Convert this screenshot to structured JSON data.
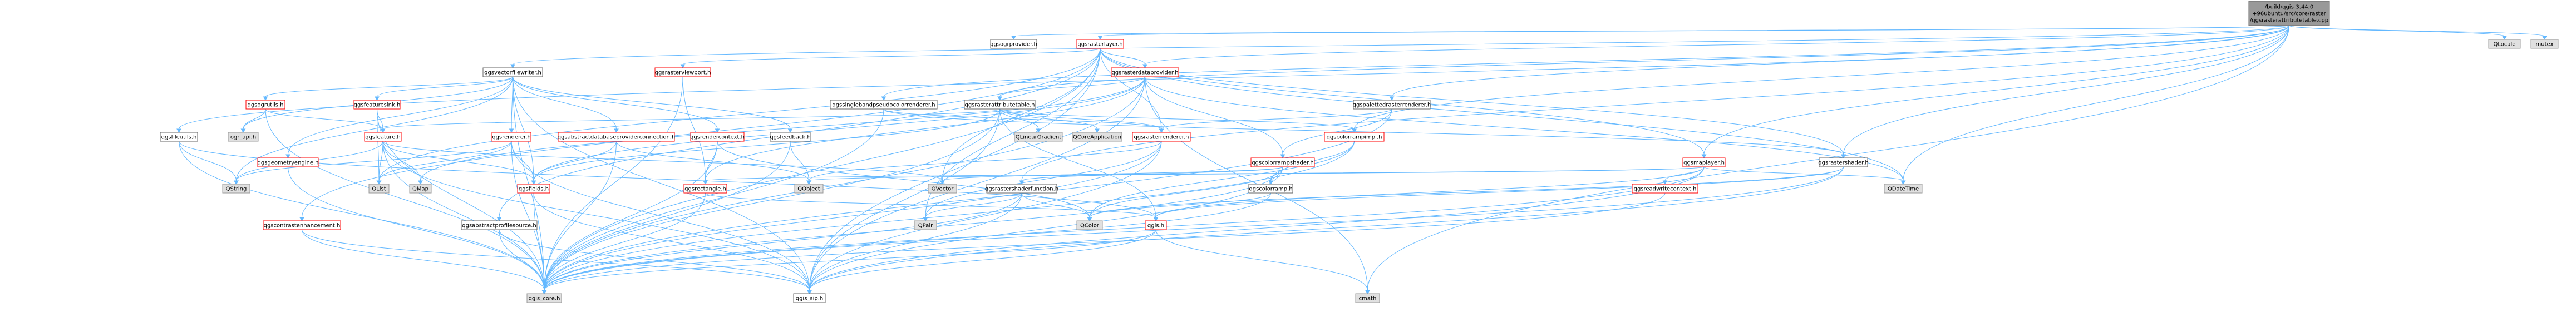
{
  "graph": {
    "root": "qgsrasterattributetable.cpp",
    "nodes": [
      {
        "id": "root",
        "label": [
          "/build/qgis-3.44.0",
          "+96ubuntu/src/core/raster",
          "/qgsrasterattributetable.cpp"
        ],
        "kind": "root"
      },
      {
        "id": "qgsrasterlayer",
        "label": [
          "qgsrasterlayer.h"
        ],
        "kind": "red"
      },
      {
        "id": "qgsogrprovider",
        "label": [
          "qgsogrprovider.h"
        ],
        "kind": "plain"
      },
      {
        "id": "QLocale",
        "label": [
          "QLocale"
        ],
        "kind": "sys"
      },
      {
        "id": "mutex",
        "label": [
          "mutex"
        ],
        "kind": "sys"
      },
      {
        "id": "qgsrasterviewport",
        "label": [
          "qgsrasterviewport.h"
        ],
        "kind": "red"
      },
      {
        "id": "qgsvectorfilewriter",
        "label": [
          "qgsvectorfilewriter.h"
        ],
        "kind": "plain"
      },
      {
        "id": "qgsrasterdataprovider",
        "label": [
          "qgsrasterdataprovider.h"
        ],
        "kind": "red"
      },
      {
        "id": "qgsogrutils",
        "label": [
          "qgsogrutils.h"
        ],
        "kind": "red"
      },
      {
        "id": "qgsfeaturesink",
        "label": [
          "qgsfeaturesink.h"
        ],
        "kind": "red"
      },
      {
        "id": "qgssinglebandpseudocolorrenderer",
        "label": [
          "qgssinglebandpseudocolorrenderer.h"
        ],
        "kind": "plain"
      },
      {
        "id": "qgsrasterattributetable",
        "label": [
          "qgsrasterattributetable.h"
        ],
        "kind": "plain"
      },
      {
        "id": "qgspalettedrasterrenderer",
        "label": [
          "qgspalettedrasterrenderer.h"
        ],
        "kind": "plain"
      },
      {
        "id": "ogr_api",
        "label": [
          "ogr_api.h"
        ],
        "kind": "sys"
      },
      {
        "id": "qgsfeature",
        "label": [
          "qgsfeature.h"
        ],
        "kind": "red"
      },
      {
        "id": "qgsfileutils",
        "label": [
          "qgsfileutils.h"
        ],
        "kind": "plain"
      },
      {
        "id": "qgsgeometryengine",
        "label": [
          "qgsgeometryengine.h"
        ],
        "kind": "red"
      },
      {
        "id": "qgsrenderer",
        "label": [
          "qgsrenderer.h"
        ],
        "kind": "red"
      },
      {
        "id": "qgsabstractdatabaseproviderconnection",
        "label": [
          "qgsabstractdatabaseproviderconnection.h"
        ],
        "kind": "red"
      },
      {
        "id": "qgsrendercontext",
        "label": [
          "qgsrendercontext.h"
        ],
        "kind": "red"
      },
      {
        "id": "qgsfeedback",
        "label": [
          "qgsfeedback.h"
        ],
        "kind": "plain"
      },
      {
        "id": "QLinearGradient",
        "label": [
          "QLinearGradient"
        ],
        "kind": "sys"
      },
      {
        "id": "QCoreApplication",
        "label": [
          "QCoreApplication"
        ],
        "kind": "sys"
      },
      {
        "id": "qgsrasterrenderer",
        "label": [
          "qgsrasterrenderer.h"
        ],
        "kind": "red"
      },
      {
        "id": "qgscolorrampimpl",
        "label": [
          "qgscolorrampimpl.h"
        ],
        "kind": "red"
      },
      {
        "id": "qgscolorrampshader",
        "label": [
          "qgscolorrampshader.h"
        ],
        "kind": "red"
      },
      {
        "id": "qgsmaplayer",
        "label": [
          "qgsmaplayer.h"
        ],
        "kind": "red"
      },
      {
        "id": "qgsrastershader",
        "label": [
          "qgsrastershader.h"
        ],
        "kind": "plain"
      },
      {
        "id": "QDateTime",
        "label": [
          "QDateTime"
        ],
        "kind": "sys"
      },
      {
        "id": "QString",
        "label": [
          "QString"
        ],
        "kind": "sys"
      },
      {
        "id": "QList",
        "label": [
          "QList"
        ],
        "kind": "sys"
      },
      {
        "id": "QMap",
        "label": [
          "QMap"
        ],
        "kind": "sys"
      },
      {
        "id": "qgsfields",
        "label": [
          "qgsfields.h"
        ],
        "kind": "red"
      },
      {
        "id": "qgsrectangle",
        "label": [
          "qgsrectangle.h"
        ],
        "kind": "red"
      },
      {
        "id": "QObject",
        "label": [
          "QObject"
        ],
        "kind": "sys"
      },
      {
        "id": "QVector",
        "label": [
          "QVector"
        ],
        "kind": "sys"
      },
      {
        "id": "qgsrastershaderfunction",
        "label": [
          "qgsrastershaderfunction.h"
        ],
        "kind": "plain"
      },
      {
        "id": "qgscolorramp",
        "label": [
          "qgscolorramp.h"
        ],
        "kind": "plain"
      },
      {
        "id": "qgsreadwritecontext",
        "label": [
          "qgsreadwritecontext.h"
        ],
        "kind": "red"
      },
      {
        "id": "qgscontrastenhancement",
        "label": [
          "qgscontrastenhancement.h"
        ],
        "kind": "red"
      },
      {
        "id": "qgsabstractprofilesource",
        "label": [
          "qgsabstractprofilesource.h"
        ],
        "kind": "plain"
      },
      {
        "id": "QPair",
        "label": [
          "QPair"
        ],
        "kind": "sys"
      },
      {
        "id": "QColor",
        "label": [
          "QColor"
        ],
        "kind": "sys"
      },
      {
        "id": "qgis",
        "label": [
          "qgis.h"
        ],
        "kind": "red"
      },
      {
        "id": "qgis_core",
        "label": [
          "qgis_core.h"
        ],
        "kind": "sys"
      },
      {
        "id": "qgis_sip",
        "label": [
          "qgis_sip.h"
        ],
        "kind": "plain"
      },
      {
        "id": "cmath",
        "label": [
          "cmath"
        ],
        "kind": "sys"
      }
    ],
    "edges": [
      [
        "root",
        "qgsrasterlayer"
      ],
      [
        "root",
        "qgsogrprovider"
      ],
      [
        "root",
        "QLocale"
      ],
      [
        "root",
        "mutex"
      ],
      [
        "root",
        "qgsvectorfilewriter"
      ],
      [
        "root",
        "qgsrasterattributetable"
      ],
      [
        "root",
        "qgssinglebandpseudocolorrenderer"
      ],
      [
        "root",
        "qgspalettedrasterrenderer"
      ],
      [
        "root",
        "qgsfileutils"
      ],
      [
        "root",
        "qgsrastershader"
      ],
      [
        "root",
        "qgsrasterdataprovider"
      ],
      [
        "root",
        "qgsmaplayer"
      ],
      [
        "root",
        "qgsrastershaderfunction"
      ],
      [
        "root",
        "qgscolorrampimpl"
      ],
      [
        "root",
        "QDateTime"
      ],
      [
        "root",
        "cmath"
      ],
      [
        "qgsrasterlayer",
        "qgsrasterviewport"
      ],
      [
        "qgsrasterlayer",
        "qgsrasterdataprovider"
      ],
      [
        "qgsrasterlayer",
        "qgsmaplayer"
      ],
      [
        "qgsrasterlayer",
        "qgsrastershader"
      ],
      [
        "qgsrasterlayer",
        "qgscontrastenhancement"
      ],
      [
        "qgsrasterlayer",
        "qgsabstractprofilesource"
      ],
      [
        "qgsrasterlayer",
        "qgis_core"
      ],
      [
        "qgsrasterlayer",
        "qgis_sip"
      ],
      [
        "qgsrasterlayer",
        "QDateTime"
      ],
      [
        "qgsrasterlayer",
        "qgsrasterrenderer"
      ],
      [
        "qgsrasterlayer",
        "QList"
      ],
      [
        "qgsrasterlayer",
        "QVector"
      ],
      [
        "qgsrasterlayer",
        "QPair"
      ],
      [
        "qgsrasterviewport",
        "qgis_core"
      ],
      [
        "qgsrasterviewport",
        "qgsrectangle"
      ],
      [
        "qgsvectorfilewriter",
        "qgsogrutils"
      ],
      [
        "qgsvectorfilewriter",
        "qgsfeaturesink"
      ],
      [
        "qgsvectorfilewriter",
        "qgsrenderer"
      ],
      [
        "qgsvectorfilewriter",
        "qgsrendercontext"
      ],
      [
        "qgsvectorfilewriter",
        "qgsfeedback"
      ],
      [
        "qgsvectorfilewriter",
        "qgsfields"
      ],
      [
        "qgsvectorfilewriter",
        "qgsabstractdatabaseproviderconnection"
      ],
      [
        "qgsvectorfilewriter",
        "qgsgeometryengine"
      ],
      [
        "qgsvectorfilewriter",
        "qgis_core"
      ],
      [
        "qgsvectorfilewriter",
        "qgis_sip"
      ],
      [
        "qgsvectorfilewriter",
        "QString"
      ],
      [
        "qgsvectorfilewriter",
        "ogr_api"
      ],
      [
        "qgsrasterdataprovider",
        "qgis_core"
      ],
      [
        "qgsrasterdataprovider",
        "qgis_sip"
      ],
      [
        "qgsrasterdataprovider",
        "qgsrasterattributetable"
      ],
      [
        "qgsrasterdataprovider",
        "qgscolorrampshader"
      ],
      [
        "qgsrasterdataprovider",
        "qgsrectangle"
      ],
      [
        "qgsrasterdataprovider",
        "qgsfields"
      ],
      [
        "qgsrasterdataprovider",
        "QDateTime"
      ],
      [
        "qgsrasterdataprovider",
        "cmath"
      ],
      [
        "qgsrasterdataprovider",
        "QMap"
      ],
      [
        "qgsogrutils",
        "qgis_core"
      ],
      [
        "qgsogrutils",
        "ogr_api"
      ],
      [
        "qgsogrutils",
        "qgsfeature"
      ],
      [
        "qgsfeaturesink",
        "qgis_core"
      ],
      [
        "qgsfeaturesink",
        "qgsfeature"
      ],
      [
        "qgsfeaturesink",
        "QList"
      ],
      [
        "qgssinglebandpseudocolorrenderer",
        "qgsrasterrenderer"
      ],
      [
        "qgssinglebandpseudocolorrenderer",
        "qgsrastershader"
      ],
      [
        "qgssinglebandpseudocolorrenderer",
        "qgis_core"
      ],
      [
        "qgsrasterattributetable",
        "qgis_core"
      ],
      [
        "qgsrasterattributetable",
        "qgis_sip"
      ],
      [
        "qgsrasterattributetable",
        "qgis"
      ],
      [
        "qgsrasterattributetable",
        "qgsfields"
      ],
      [
        "qgsrasterattributetable",
        "qgscolorrampimpl"
      ],
      [
        "qgsrasterattributetable",
        "QLinearGradient"
      ],
      [
        "qgsrasterattributetable",
        "QCoreApplication"
      ],
      [
        "qgsrasterattributetable",
        "qgsfeature"
      ],
      [
        "qgsrasterattributetable",
        "qgsrasterrenderer"
      ],
      [
        "qgspalettedrasterrenderer",
        "qgsrasterrenderer"
      ],
      [
        "qgspalettedrasterrenderer",
        "qgscolorrampshader"
      ],
      [
        "qgspalettedrasterrenderer",
        "qgis_core"
      ],
      [
        "qgsfeature",
        "qgis_core"
      ],
      [
        "qgsfeature",
        "qgis_sip"
      ],
      [
        "qgsfeature",
        "QString"
      ],
      [
        "qgsfeature",
        "QMap"
      ],
      [
        "qgsfeature",
        "QList"
      ],
      [
        "qgsfeature",
        "qgsfields"
      ],
      [
        "qgsfeature",
        "QVector"
      ],
      [
        "qgsfileutils",
        "qgis_core"
      ],
      [
        "qgsfileutils",
        "qgis"
      ],
      [
        "qgsfileutils",
        "QString"
      ],
      [
        "qgsgeometryengine",
        "qgis_core"
      ],
      [
        "qgsrenderer",
        "qgis_core"
      ],
      [
        "qgsrenderer",
        "qgis_sip"
      ],
      [
        "qgsrenderer",
        "qgsfields"
      ],
      [
        "qgsrenderer",
        "QList"
      ],
      [
        "qgsrenderer",
        "QString"
      ],
      [
        "qgsabstractdatabaseproviderconnection",
        "qgis_core"
      ],
      [
        "qgsabstractdatabaseproviderconnection",
        "qgsfields"
      ],
      [
        "qgsabstractdatabaseproviderconnection",
        "QObject"
      ],
      [
        "qgsrendercontext",
        "qgis_core"
      ],
      [
        "qgsrendercontext",
        "qgsrectangle"
      ],
      [
        "qgsrendercontext",
        "QColor"
      ],
      [
        "qgsfeedback",
        "qgis_core"
      ],
      [
        "qgsfeedback",
        "QObject"
      ],
      [
        "qgsrasterrenderer",
        "qgis_core"
      ],
      [
        "qgsrasterrenderer",
        "qgis_sip"
      ],
      [
        "qgsrasterrenderer",
        "QPair"
      ],
      [
        "qgsrasterrenderer",
        "QObject"
      ],
      [
        "qgscolorrampimpl",
        "qgscolorramp"
      ],
      [
        "qgscolorrampimpl",
        "qgis_core"
      ],
      [
        "qgscolorrampimpl",
        "QColor"
      ],
      [
        "qgscolorrampshader",
        "qgsrastershaderfunction"
      ],
      [
        "qgscolorrampshader",
        "qgscolorramp"
      ],
      [
        "qgscolorrampshader",
        "qgis_core"
      ],
      [
        "qgscolorrampshader",
        "qgis_sip"
      ],
      [
        "qgscolorrampshader",
        "QColor"
      ],
      [
        "qgscolorrampshader",
        "QVector"
      ],
      [
        "qgsmaplayer",
        "qgis_core"
      ],
      [
        "qgsmaplayer",
        "qgis_sip"
      ],
      [
        "qgsmaplayer",
        "QDateTime"
      ],
      [
        "qgsmaplayer",
        "qgis"
      ],
      [
        "qgsmaplayer",
        "qgsreadwritecontext"
      ],
      [
        "qgsmaplayer",
        "qgsrectangle"
      ],
      [
        "qgsmaplayer",
        "QObject"
      ],
      [
        "qgsrastershader",
        "qgis_core"
      ],
      [
        "qgsrastershader",
        "qgis_sip"
      ],
      [
        "qgsrastershader",
        "qgis"
      ],
      [
        "qgsrastershader",
        "QColor"
      ],
      [
        "qgsfields",
        "qgis_core"
      ],
      [
        "qgsfields",
        "qgis_sip"
      ],
      [
        "qgsrectangle",
        "qgis_core"
      ],
      [
        "qgsrectangle",
        "qgis"
      ],
      [
        "qgsrastershaderfunction",
        "qgis_core"
      ],
      [
        "qgsrastershaderfunction",
        "qgis_sip"
      ],
      [
        "qgsrastershaderfunction",
        "QColor"
      ],
      [
        "qgsrastershaderfunction",
        "QPair"
      ],
      [
        "qgscolorramp",
        "qgis_core"
      ],
      [
        "qgscolorramp",
        "QColor"
      ],
      [
        "qgsreadwritecontext",
        "qgis_core"
      ],
      [
        "qgscontrastenhancement",
        "qgis_core"
      ],
      [
        "qgscontrastenhancement",
        "qgis_sip"
      ],
      [
        "qgsabstractprofilesource",
        "qgis_core"
      ],
      [
        "qgsabstractprofilesource",
        "qgis_sip"
      ],
      [
        "qgis",
        "qgis_core"
      ],
      [
        "qgis",
        "qgis_sip"
      ],
      [
        "qgis",
        "cmath"
      ]
    ]
  }
}
